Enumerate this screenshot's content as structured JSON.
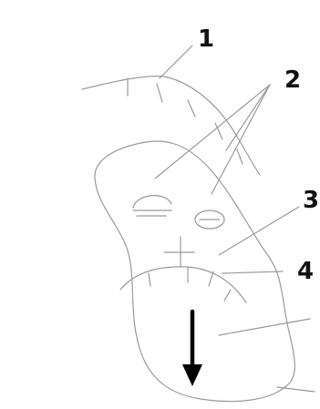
{
  "labels": {
    "one": "1",
    "two": "2",
    "three": "3",
    "four": "4"
  },
  "colors": {
    "line": "#9a9a9a",
    "text": "#111111",
    "arrow": "#000000",
    "background": "#ffffff"
  }
}
